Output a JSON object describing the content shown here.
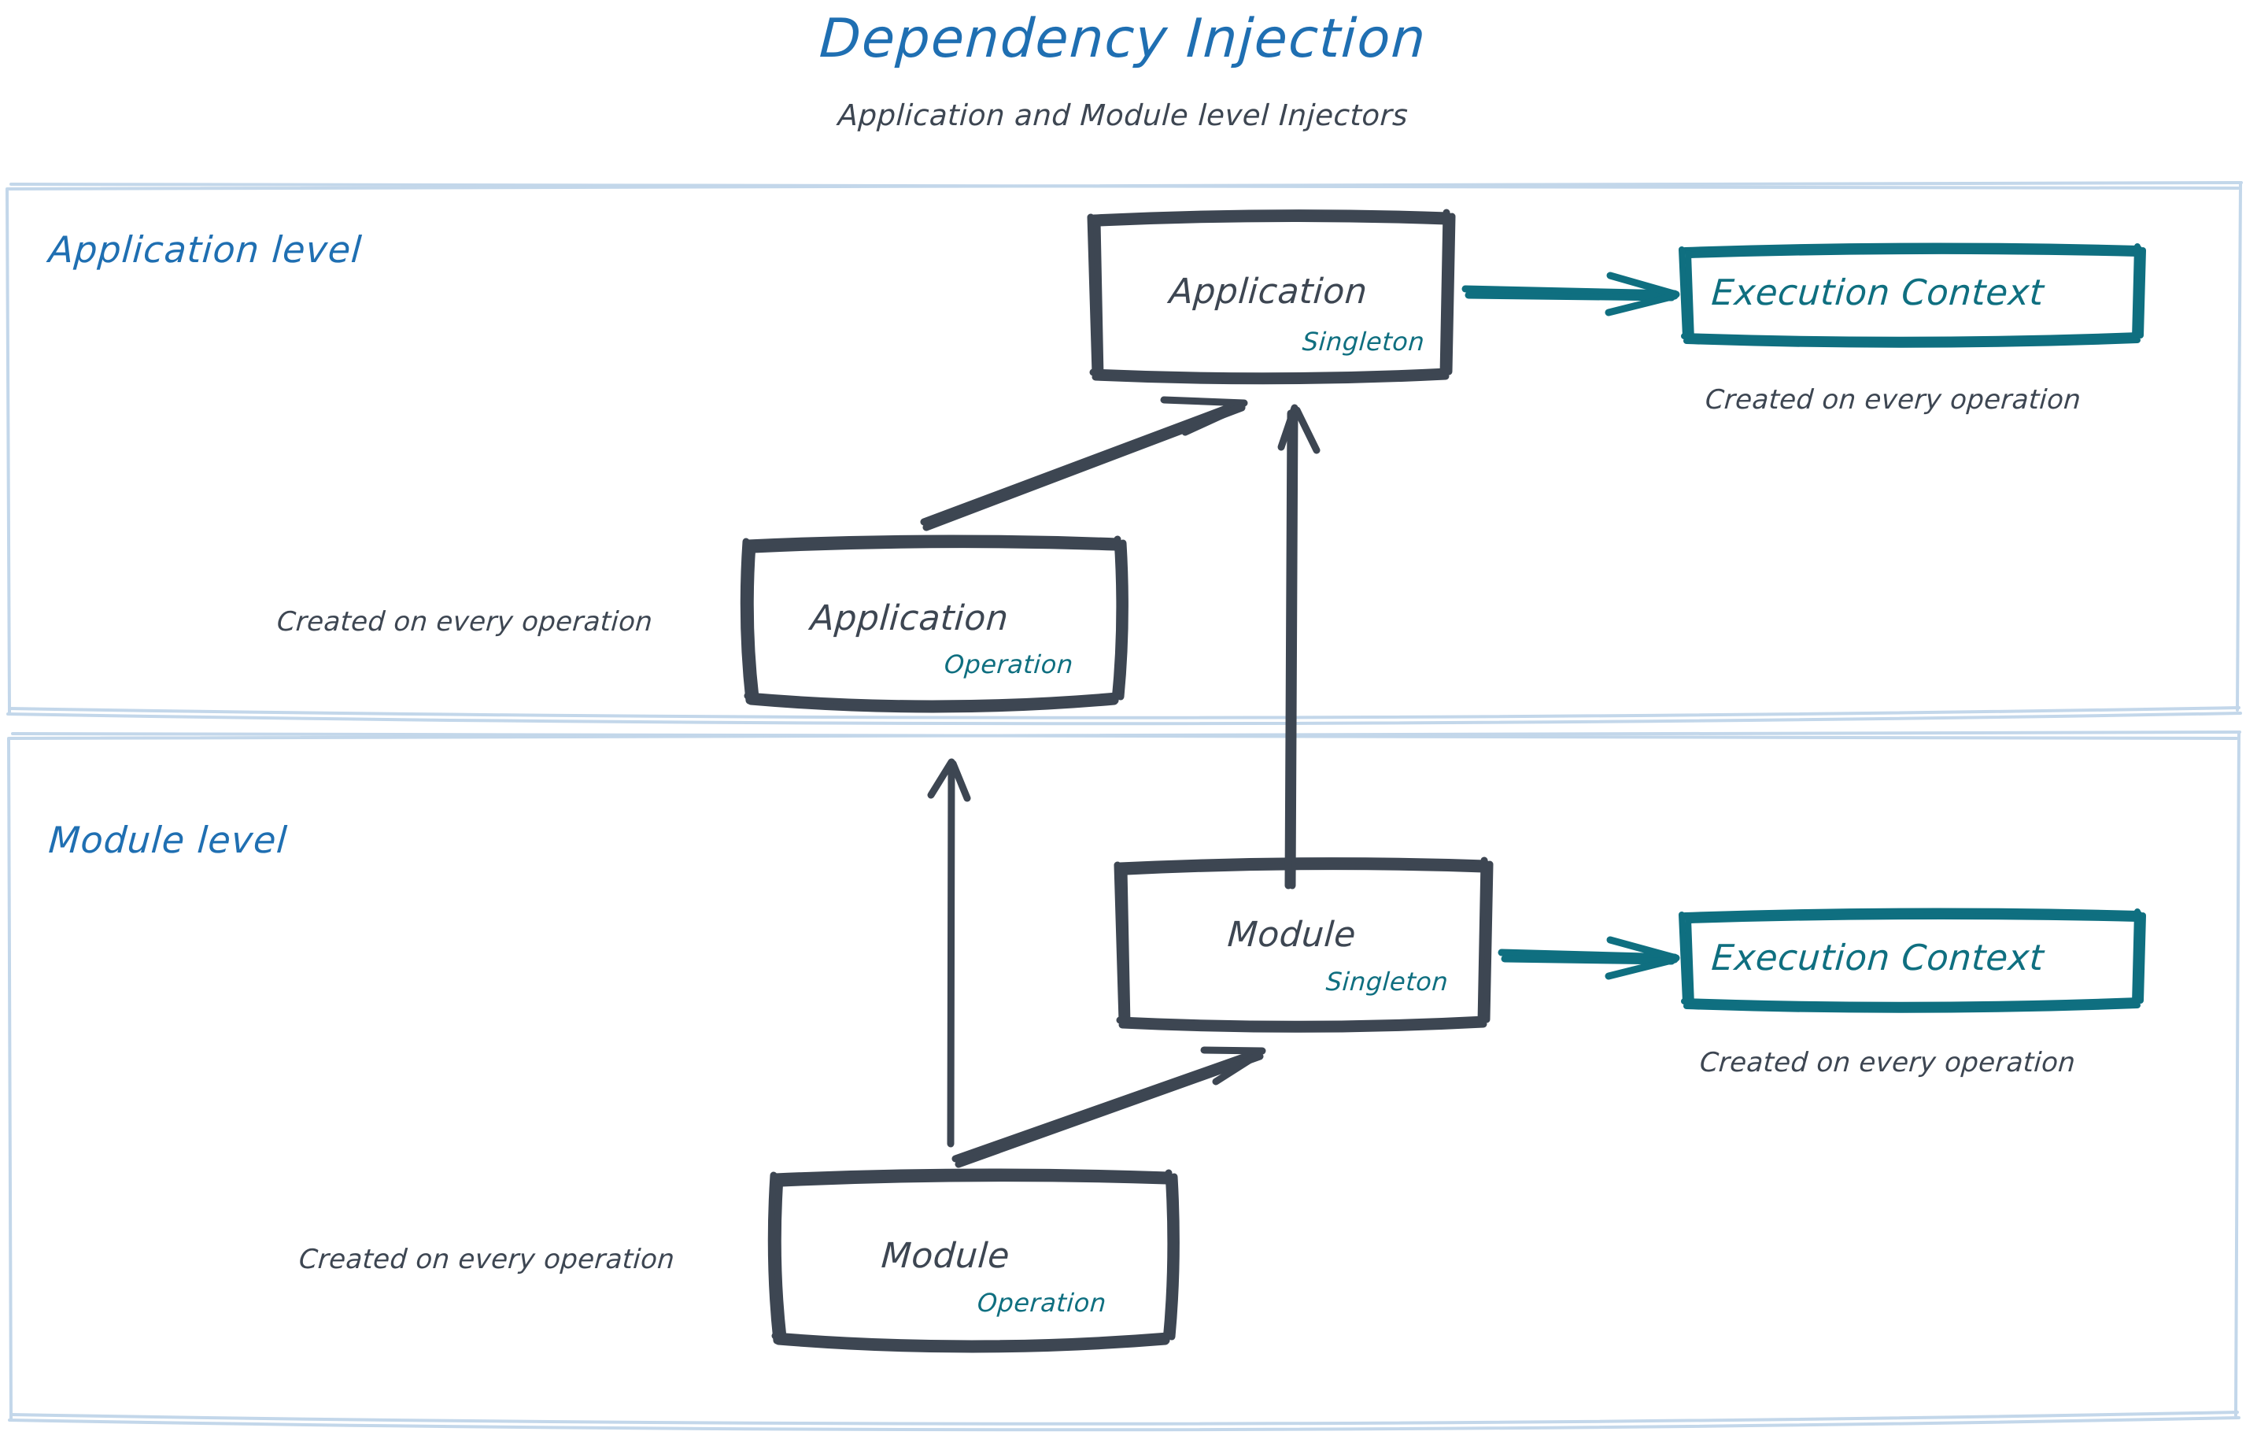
{
  "header": {
    "title": "Dependency Injection",
    "subtitle": "Application and Module level Injectors"
  },
  "colors": {
    "title_blue": "#1f6fb2",
    "level_label_blue": "#1f6fb2",
    "container_border_blue": "#c3d7ea",
    "node_ink": "#3d4652",
    "scope_teal": "#0f6f80",
    "execution_context_teal": "#0f6f80",
    "background": "#ffffff"
  },
  "containers": [
    {
      "name": "application-level",
      "label": "Application level"
    },
    {
      "name": "module-level",
      "label": "Module level"
    }
  ],
  "nodes": {
    "application_singleton": {
      "title": "Application",
      "scope": "Singleton"
    },
    "application_operation": {
      "title": "Application",
      "scope": "Operation"
    },
    "module_singleton": {
      "title": "Module",
      "scope": "Singleton"
    },
    "module_operation": {
      "title": "Module",
      "scope": "Operation"
    },
    "execution_context_top": {
      "title": "Execution Context"
    },
    "execution_context_bottom": {
      "title": "Execution Context"
    }
  },
  "captions": {
    "ec_top": "Created on every operation",
    "ec_bottom": "Created on every operation",
    "application_operation": "Created on every operation",
    "module_operation": "Created on every operation"
  },
  "edges": [
    {
      "name": "app-singleton-to-execution-context",
      "from": "application_singleton",
      "to": "execution_context_top",
      "style": "arrow",
      "color": "#0f6f80"
    },
    {
      "name": "app-operation-to-app-singleton",
      "from": "application_operation",
      "to": "application_singleton",
      "style": "arrow",
      "color": "#3d4652"
    },
    {
      "name": "module-singleton-to-app-singleton",
      "from": "module_singleton",
      "to": "application_singleton",
      "style": "arrow",
      "color": "#3d4652"
    },
    {
      "name": "module-singleton-to-execution-context",
      "from": "module_singleton",
      "to": "execution_context_bottom",
      "style": "arrow",
      "color": "#0f6f80"
    },
    {
      "name": "module-operation-to-module-singleton",
      "from": "module_operation",
      "to": "module_singleton",
      "style": "arrow",
      "color": "#3d4652"
    },
    {
      "name": "module-operation-to-app-operation",
      "from": "module_operation",
      "to": "application_operation",
      "style": "arrow",
      "color": "#3d4652"
    }
  ]
}
